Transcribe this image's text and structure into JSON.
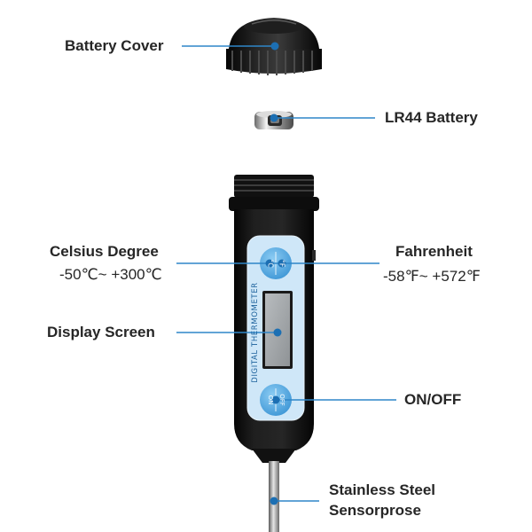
{
  "colors": {
    "leader_line": "#2f86c8",
    "leader_dot": "#1c6fb3",
    "button_blue": "#5aaee6",
    "body_black": "#141414",
    "panel_blue": "#cfe7f8",
    "lcd_gray": "#a9adb0",
    "label_text": "#262626"
  },
  "icons": [
    "battery-cover-cap",
    "lr44-coin-cell",
    "thermometer-body",
    "lcd-display",
    "probe-needle"
  ],
  "labels": {
    "battery_cover": "Battery Cover",
    "lr44_battery": "LR44 Battery",
    "celsius_degree": "Celsius Degree",
    "celsius_range": "-50℃~ +300℃",
    "fahrenheit": "Fahrenheit",
    "fahrenheit_range": "-58℉~ +572℉",
    "display_screen": "Display Screen",
    "on_off": "ON/OFF",
    "sensor_line1": "Stainless Steel",
    "sensor_line2": "Sensorprose"
  },
  "device": {
    "body_text": "DIGITAL THERMOMETER",
    "unit_button_c": "°C",
    "unit_button_f": "°F",
    "power_button_on": "ON",
    "power_button_off": "OFF"
  }
}
